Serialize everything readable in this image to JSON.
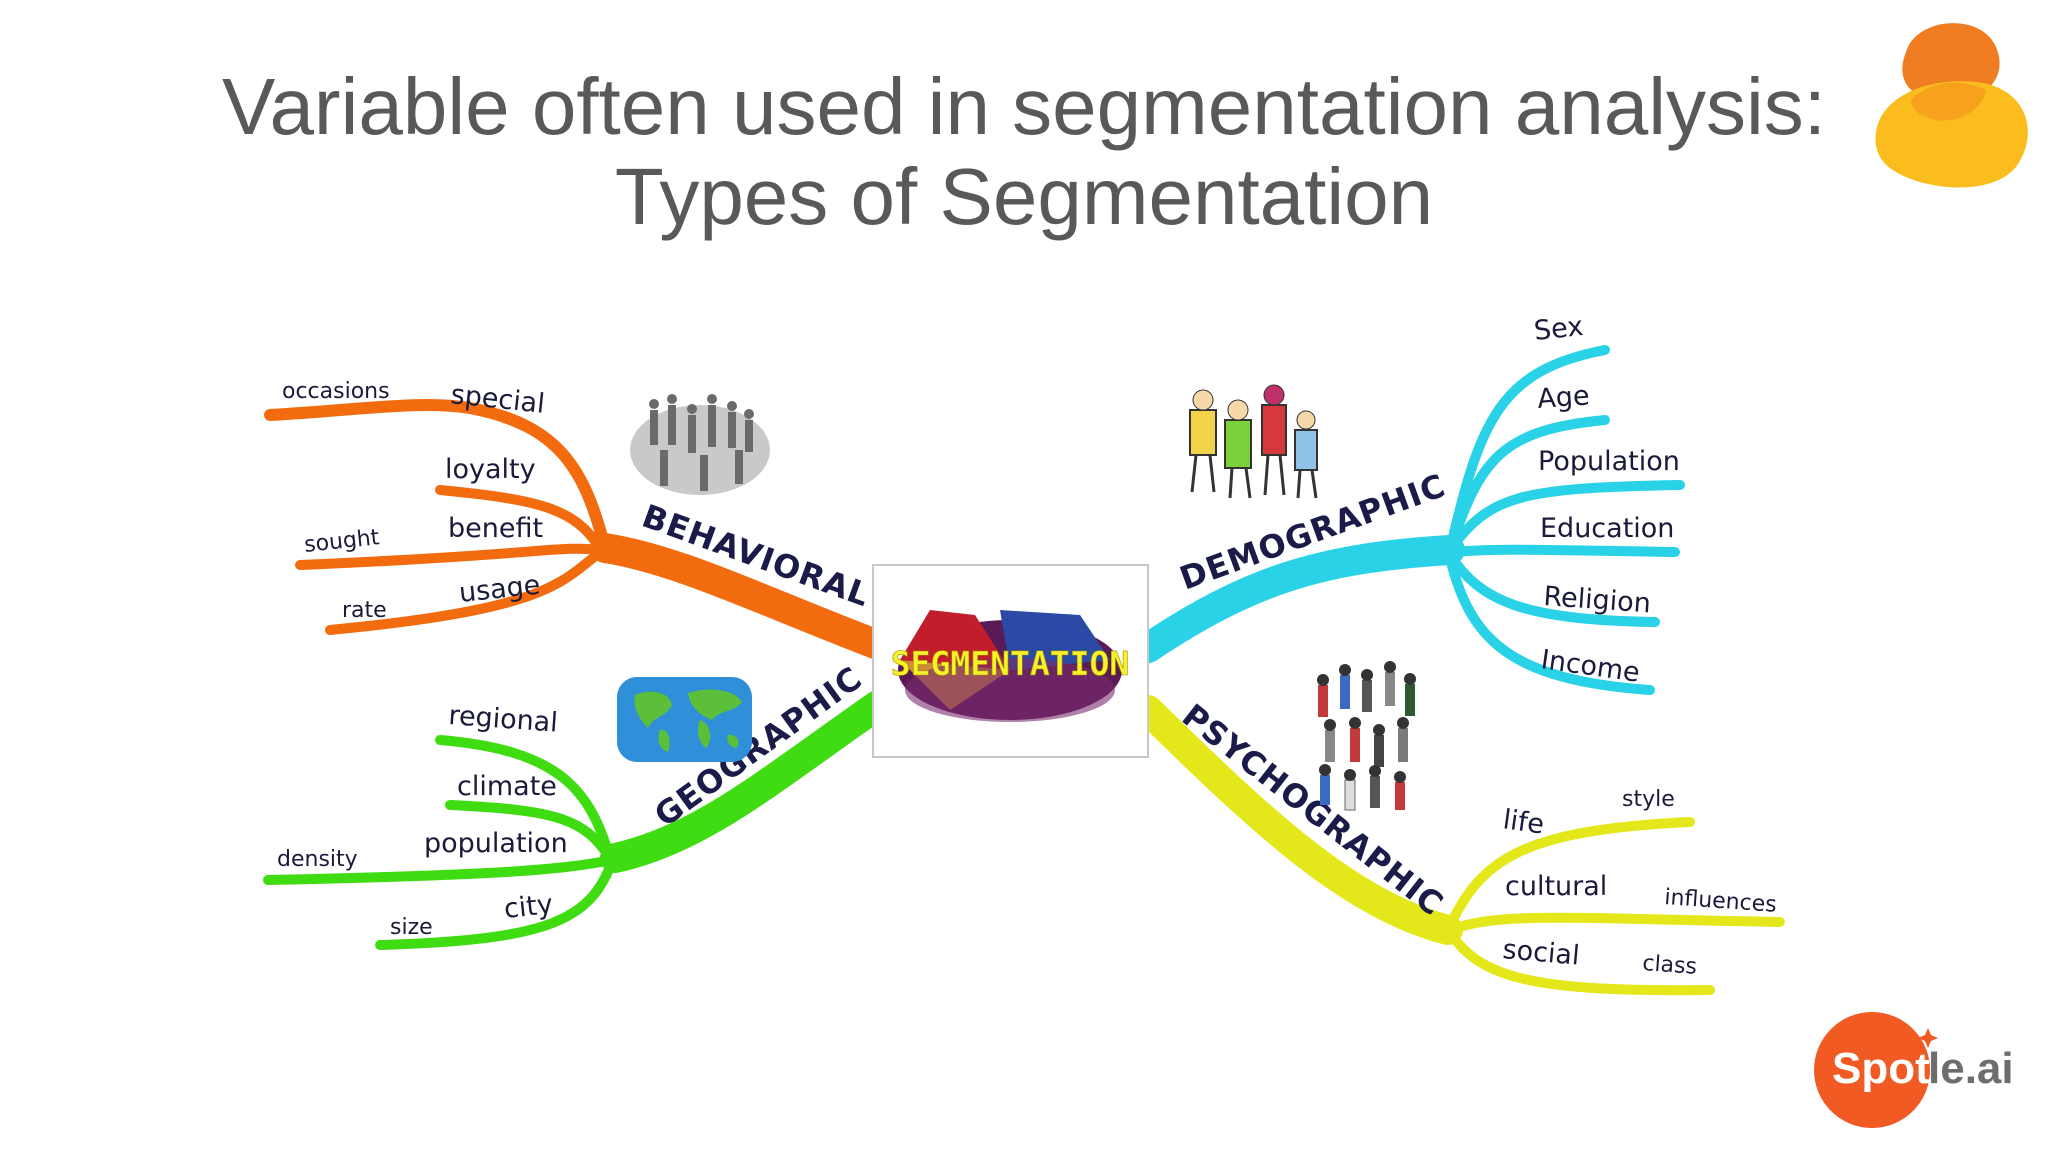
{
  "title": {
    "line1": "Variable often used in segmentation analysis:",
    "line2": "Types of Segmentation"
  },
  "diagram": {
    "center": "SEGMENTATION",
    "branches": {
      "behavioral": {
        "label": "BEHAVIORAL",
        "color": "#f26b0f",
        "items": [
          "special",
          "loyalty",
          "benefit",
          "usage"
        ],
        "subitems": [
          "occasions",
          "sought",
          "rate"
        ]
      },
      "demographic": {
        "label": "DEMOGRAPHIC",
        "color": "#29d2e6",
        "items": [
          "Sex",
          "Age",
          "Population",
          "Education",
          "Religion",
          "Income"
        ]
      },
      "geographic": {
        "label": "GEOGRAPHIC",
        "color": "#3fdc12",
        "items": [
          "regional",
          "climate",
          "population",
          "city"
        ],
        "subitems": [
          "density",
          "size"
        ]
      },
      "psychographic": {
        "label": "PSYCHOGRAPHIC",
        "color": "#e4e81a",
        "items": [
          "life",
          "cultural",
          "social"
        ],
        "subitems": [
          "style",
          "influences",
          "class"
        ]
      }
    }
  },
  "brand": {
    "spotle": "Spot",
    "spotle_rest": "le.ai",
    "orange": "#f15a22"
  }
}
